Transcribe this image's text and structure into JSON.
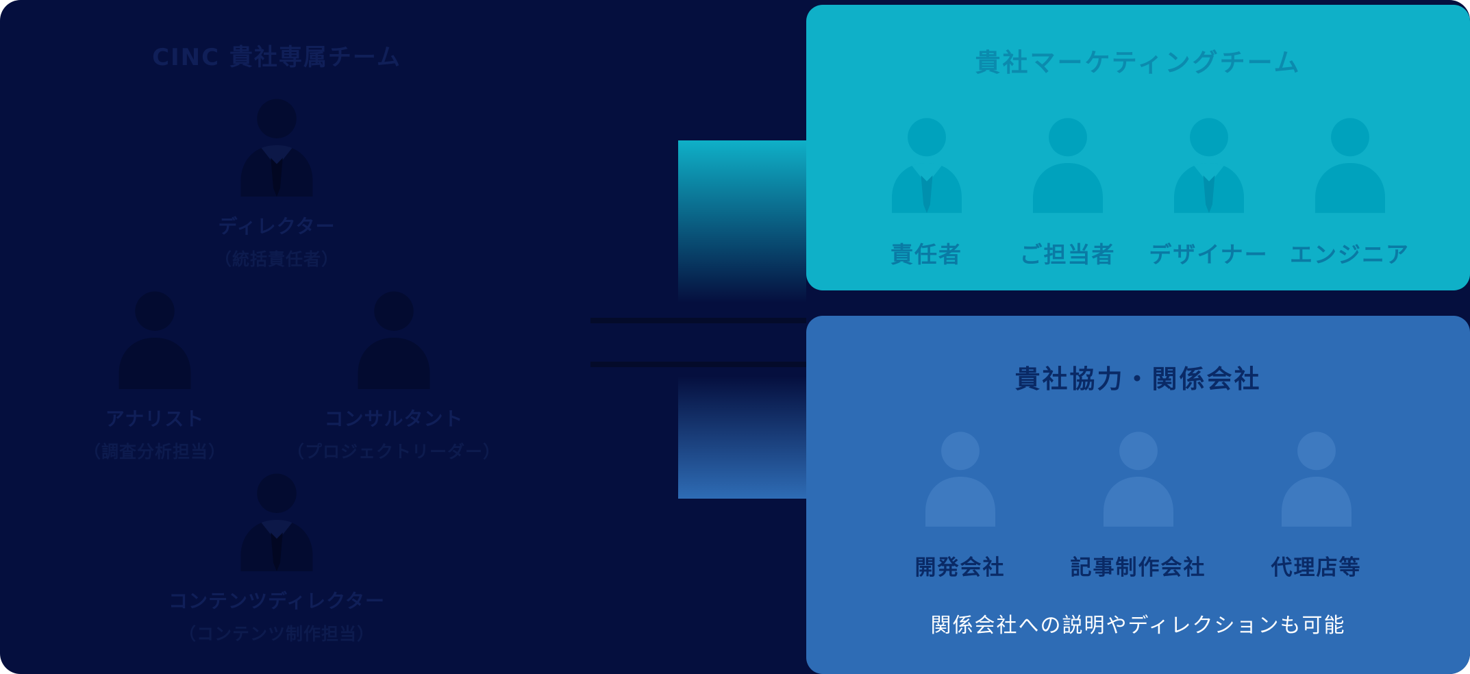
{
  "cinc_team": {
    "title": "CINC 貴社専属チーム",
    "members": [
      {
        "role": "ディレクター",
        "note": "（統括責任者）"
      },
      {
        "role": "アナリスト",
        "note": "（調査分析担当）"
      },
      {
        "role": "コンサルタント",
        "note": "（プロジェクトリーダー）"
      },
      {
        "role": "コンテンツディレクター",
        "note": "（コンテンツ制作担当）"
      }
    ]
  },
  "marketing_team": {
    "title": "貴社マーケティングチーム",
    "members": [
      {
        "role": "責任者"
      },
      {
        "role": "ご担当者"
      },
      {
        "role": "デザイナー"
      },
      {
        "role": "エンジニア"
      }
    ]
  },
  "partner_companies": {
    "title": "貴社協力・関係会社",
    "members": [
      {
        "role": "開発会社"
      },
      {
        "role": "記事制作会社"
      },
      {
        "role": "代理店等"
      }
    ],
    "note": "関係会社への説明やディレクションも可能"
  },
  "colors": {
    "background_navy": "#050F3E",
    "marketing_cyan": "#0FB0C8",
    "partners_blue": "#2E6CB5",
    "dark_text_navy": "#0A2A66",
    "note_white": "#FFFFFF"
  }
}
